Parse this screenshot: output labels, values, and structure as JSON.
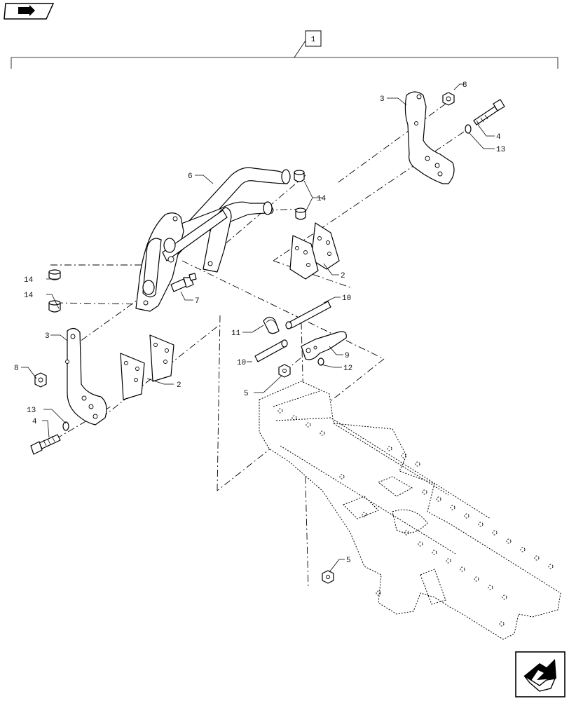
{
  "nav": {
    "top_left_icon": "previous-page-arrow-icon",
    "bottom_right_icon": "next-page-arrow-icon"
  },
  "assembly": {
    "label": "1"
  },
  "callouts": {
    "c3_right": "3",
    "c8_right": "8",
    "c4_right": "4",
    "c13_right": "13",
    "c6": "6",
    "c14_top": "14",
    "c2_right": "2",
    "c14_left_a": "14",
    "c14_left_b": "14",
    "c7": "7",
    "c10_top": "10",
    "c11": "11",
    "c9": "9",
    "c10_left": "10",
    "c12": "12",
    "c5_mid": "5",
    "c3_left": "3",
    "c8_left": "8",
    "c2_left": "2",
    "c13_left": "13",
    "c4_left": "4",
    "c5_bottom": "5"
  }
}
